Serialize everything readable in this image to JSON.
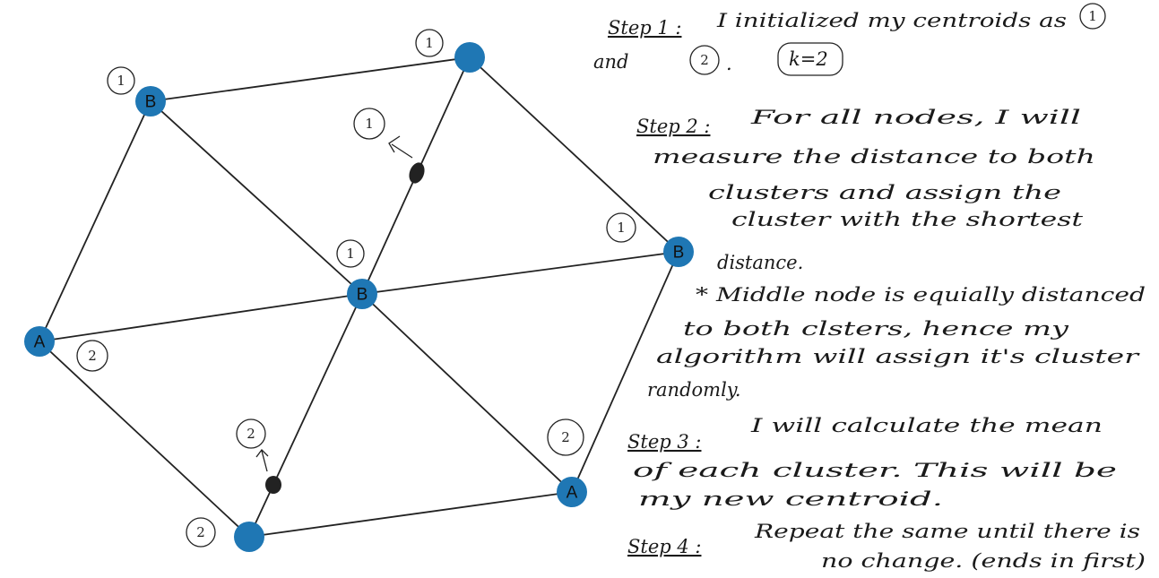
{
  "nodes": [
    {
      "id": "n1",
      "label": "B"
    },
    {
      "id": "n2",
      "label": ""
    },
    {
      "id": "n3",
      "label": "A"
    },
    {
      "id": "n4",
      "label": "B"
    },
    {
      "id": "n5",
      "label": "B"
    },
    {
      "id": "n6",
      "label": ""
    },
    {
      "id": "n7",
      "label": "A"
    }
  ],
  "cluster_marks": [
    "1",
    "1",
    "1",
    "1",
    "1",
    "2",
    "2",
    "2",
    "2"
  ],
  "steps": {
    "step1": {
      "title": "Step 1 :",
      "lines": [
        "I initialized my centroids as",
        "and",
        "."
      ],
      "marks": [
        "1",
        "2"
      ],
      "k": "k=2"
    },
    "step2": {
      "title": "Step 2 :",
      "lines": [
        "For all nodes, I will",
        "measure the distance to both",
        "clusters and assign the",
        "cluster with the shortest",
        "distance.",
        "* Middle node is equially distanced",
        "to both clsters, hence my",
        "algorithm will assign it's cluster",
        "randomly."
      ]
    },
    "step3": {
      "title": "Step 3 :",
      "lines": [
        "I will calculate the mean",
        "of each cluster. This will be",
        "my new centroid."
      ]
    },
    "step4": {
      "title": "Step 4 :",
      "lines": [
        "Repeat the same until there is",
        "no change. (ends in first)"
      ]
    }
  }
}
